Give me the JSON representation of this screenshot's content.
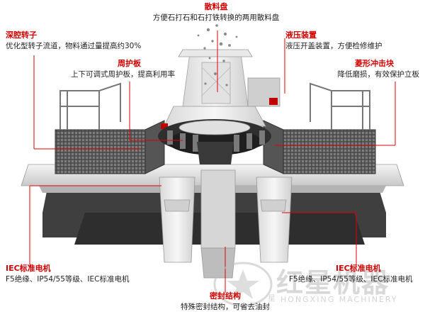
{
  "labels": {
    "sanliaopan": {
      "title": "散料盘",
      "desc": "方便石打石和石打铁转换的两用散料盘"
    },
    "shenqiang": {
      "title": "深腔转子",
      "desc": "优化型转子流道，物料通过量提高约30%"
    },
    "zhouhuban": {
      "title": "周护板",
      "desc": "上下可调式周护板，提高利用率"
    },
    "yeya": {
      "title": "液压装置",
      "desc": "液压开盖装置，方便检修维护"
    },
    "lingxing": {
      "title": "菱形冲击块",
      "desc": "降低磨损，有效保护立板"
    },
    "iec_left": {
      "title": "IEC标准电机",
      "desc": "F5绝缘、IP54/55等级、IEC标准电机"
    },
    "iec_right": {
      "title": "IEC标准电机",
      "desc": "F5绝缘、IP54/55等级、IEC标准电机"
    },
    "mifeng": {
      "title": "密封结构",
      "desc": "特殊密封结构，可省去油封"
    }
  },
  "watermark": {
    "cn": "红星机器",
    "en": "HONGXING MACHINERY",
    "star": "星"
  },
  "colors": {
    "accent": "#d40000",
    "leader": "#e10000"
  }
}
